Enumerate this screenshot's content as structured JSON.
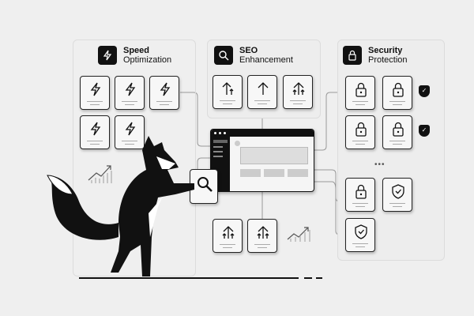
{
  "panels": {
    "speed": {
      "title": "Speed",
      "subtitle": "Optimization",
      "icon": "lightning-icon"
    },
    "seo": {
      "title": "SEO",
      "subtitle": "Enhancement",
      "icon": "search-icon"
    },
    "security": {
      "title": "Security",
      "subtitle": "Protection",
      "icon": "lock-icon"
    }
  },
  "colors": {
    "background": "#efefef",
    "ink": "#111111"
  }
}
